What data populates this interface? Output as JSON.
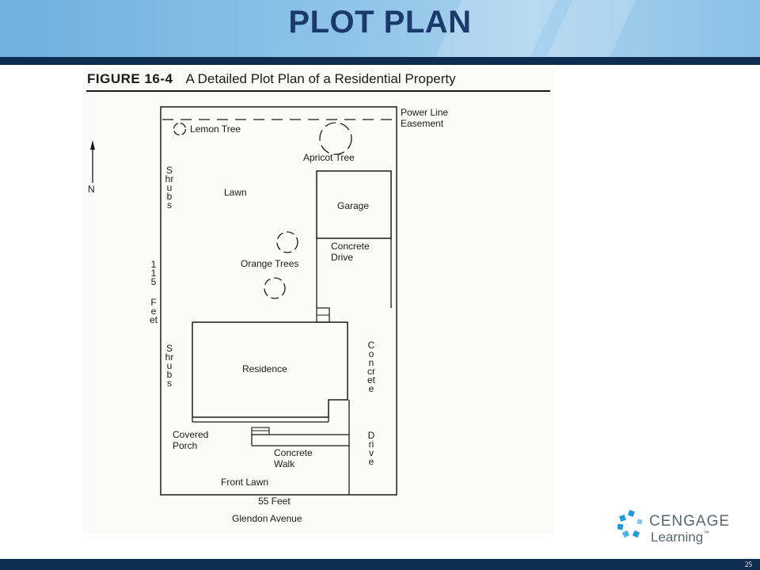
{
  "slide": {
    "title": "PLOT PLAN",
    "page_number": "25"
  },
  "figure": {
    "caption_number": "FIGURE 16-4",
    "caption_text": "A Detailed Plot Plan of a Residential Property",
    "labels": {
      "power_line": "Power Line",
      "easement": "Easement",
      "lemon_tree": "Lemon Tree",
      "apricot_tree": "Apricot Tree",
      "north": "N",
      "shrubs_top": "Shrubs",
      "lawn": "Lawn",
      "garage": "Garage",
      "concrete_drive_1": "Concrete",
      "concrete_drive_2": "Drive",
      "orange_trees": "Orange Trees",
      "depth": "115",
      "depth_unit": "Feet",
      "residence": "Residence",
      "shrubs_bottom": "Shrubs",
      "side_drive_1": "Concrete",
      "side_drive_2": "Drive",
      "covered_porch_1": "Covered",
      "covered_porch_2": "Porch",
      "walk_1": "Concrete",
      "walk_2": "Walk",
      "front_lawn": "Front Lawn",
      "width": "55 Feet",
      "street": "Glendon Avenue"
    }
  },
  "logo": {
    "brand": "CENGAGE",
    "sub": "Learning",
    "mark": "™",
    "colors": {
      "blue": "#1f9ad6",
      "gray": "#5a6670"
    }
  },
  "colors": {
    "header_blue": "#8ec3e8",
    "title": "#1a3a6b",
    "bar": "#0f2d4e"
  }
}
